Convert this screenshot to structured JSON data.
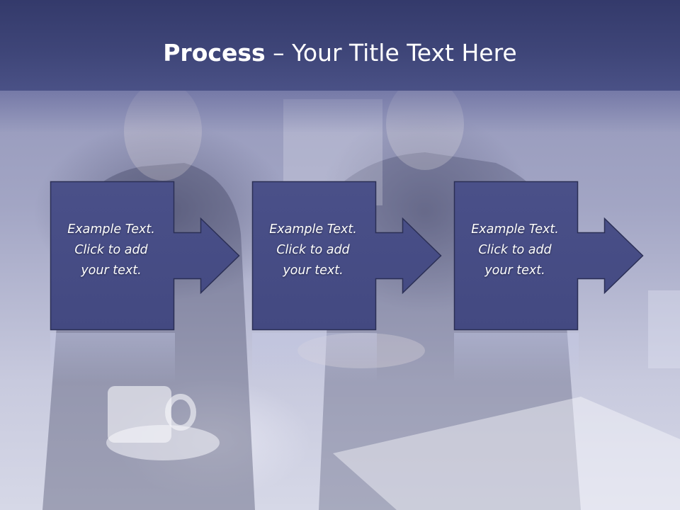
{
  "slide": {
    "title_bold": "Process",
    "title_rest": " – Your Title Text Here",
    "steps": [
      {
        "line1": "Example Text.",
        "line2": "Click  to add",
        "line3": "your text."
      },
      {
        "line1": "Example Text.",
        "line2": "Click  to add",
        "line3": "your text."
      },
      {
        "line1": "Example Text.",
        "line2": "Click  to add",
        "line3": "your text."
      }
    ]
  },
  "colors": {
    "header": "#3f4679",
    "box_fill": "#4a5089",
    "box_border": "#2b2f55",
    "title_text": "#ffffff"
  }
}
